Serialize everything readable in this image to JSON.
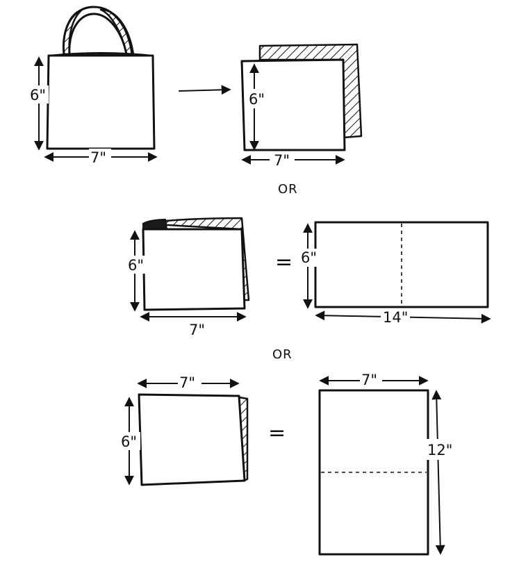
{
  "labels": {
    "bag_height": "6\"",
    "bag_width": "7\"",
    "flat_height": "6\"",
    "flat_width": "7\"",
    "or_1": "OR",
    "side_fold_height": "6\"",
    "side_fold_width": "7\"",
    "equals_1": "=",
    "wide_height": "6\"",
    "wide_width": "14\"",
    "or_2": "OR",
    "bottom_fold_width": "7\"",
    "bottom_fold_height": "6\"",
    "equals_2": "=",
    "tall_width": "7\"",
    "tall_height": "12\""
  }
}
